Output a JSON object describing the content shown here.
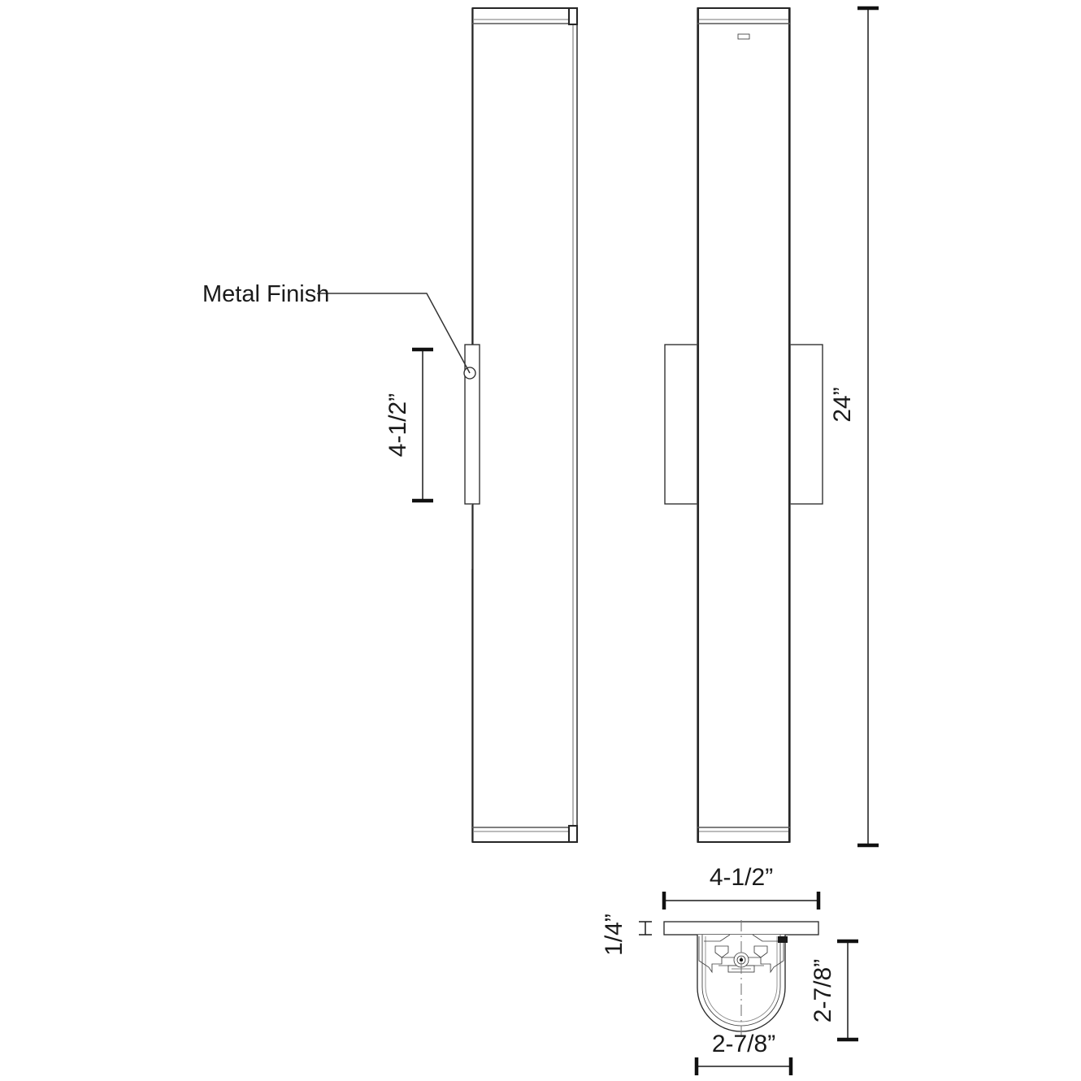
{
  "drawing": {
    "title": "Wall Sconce Dimensional Drawing",
    "background_color": "#ffffff",
    "line_color": "#262626",
    "text_color": "#1a1a1a"
  },
  "annotations": {
    "metal_finish_label": "Metal Finish"
  },
  "dimensions": {
    "side_view_backplate_height": "4-1/2”",
    "front_view_overall_height": "24”",
    "section_top_width": "4-1/2”",
    "section_plate_thickness": "1/4”",
    "section_body_height": "2-7/8”",
    "section_body_width": "2-7/8”"
  },
  "views": {
    "side_view_name": "side-elevation-view",
    "front_view_name": "front-elevation-view",
    "section_view_name": "bottom-section-detail-view"
  }
}
